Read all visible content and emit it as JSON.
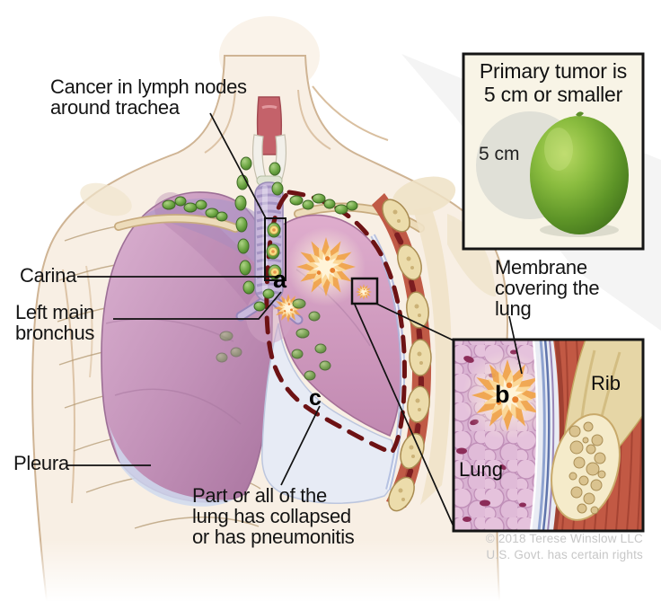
{
  "labels": {
    "cancer_lymph": [
      "Cancer in lymph nodes",
      "around trachea"
    ],
    "carina": "Carina",
    "left_main_bronchus": [
      "Left main",
      "bronchus"
    ],
    "pleura": "Pleura",
    "collapsed": [
      "Part or all of the",
      "lung has collapsed",
      "or has pneumonitis"
    ],
    "membrane": [
      "Membrane",
      "covering the",
      "lung"
    ]
  },
  "markers": {
    "a": "a",
    "b": "b",
    "c": "c"
  },
  "size_inset": {
    "title": [
      "Primary tumor is",
      "5 cm or smaller"
    ],
    "scale_label": "5 cm"
  },
  "closeup_inset": {
    "lung_label": "Lung",
    "rib_label": "Rib"
  },
  "credit": [
    "© 2018 Terese Winslow LLC",
    "U.S. Govt. has certain rights"
  ],
  "colors": {
    "dashed_outline": "#6d1214",
    "lymph_node_green": "#66a13e",
    "cancer_node_core": "#f6dc82",
    "tumor_core": "#fff4d8",
    "tumor_edge": "#f0a348",
    "lung_pink": "#c793bd",
    "collapsed_blue": "#e7ebf5",
    "muscle_red": "#c25944",
    "bone_cream": "#ead9a9",
    "inset_background": "#f8f4e6",
    "lime_green": "#74a832",
    "credit_gray": "#c7c7c7"
  }
}
